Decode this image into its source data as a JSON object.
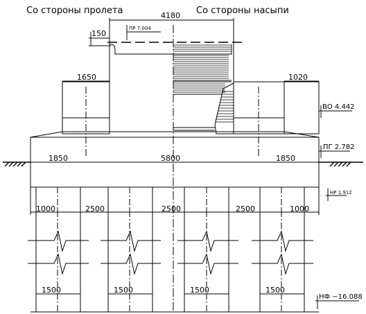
{
  "headings": {
    "span_side": "Со стороны пролета",
    "embankment_side": "Со стороны насыпи"
  },
  "dimensions": {
    "top_width": "4180",
    "top_offset": "150",
    "left_block": "1650",
    "right_block": "1020",
    "slab_left": "1850",
    "slab_mid": "5800",
    "slab_right": "1850",
    "pile_edge_left": "1000",
    "pile_gap_1": "2500",
    "pile_gap_2": "2500",
    "pile_gap_3": "2500",
    "pile_edge_right": "1000",
    "pile_width_1": "1500",
    "pile_width_2": "1500",
    "pile_width_3": "1500",
    "pile_width_4": "1500"
  },
  "elevations": {
    "pr": "ПР 7.004",
    "vo": "ВО 4.442",
    "pg": "ПГ 2.782",
    "nr": "НР 1.912",
    "nf": "НФ −16.088"
  }
}
